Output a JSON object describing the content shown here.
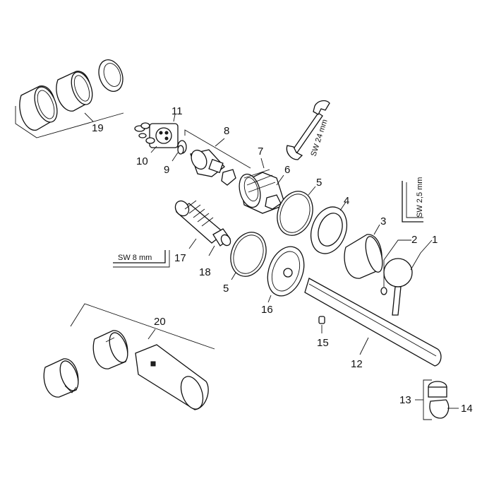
{
  "labels": {
    "p1": "1",
    "p2": "2",
    "p3": "3",
    "p4": "4",
    "p5a": "5",
    "p5b": "5",
    "p6": "6",
    "p7": "7",
    "p8": "8",
    "p9": "9",
    "p10": "10",
    "p11": "11",
    "p12": "12",
    "p13": "13",
    "p14": "14",
    "p15": "15",
    "p16": "16",
    "p17": "17",
    "p18": "18",
    "p19": "19",
    "p20": "20"
  },
  "tools": {
    "wrench": "SW 24 mm",
    "hex_key_small": "SW 2,5 mm",
    "hex_key_large": "SW 8 mm"
  }
}
